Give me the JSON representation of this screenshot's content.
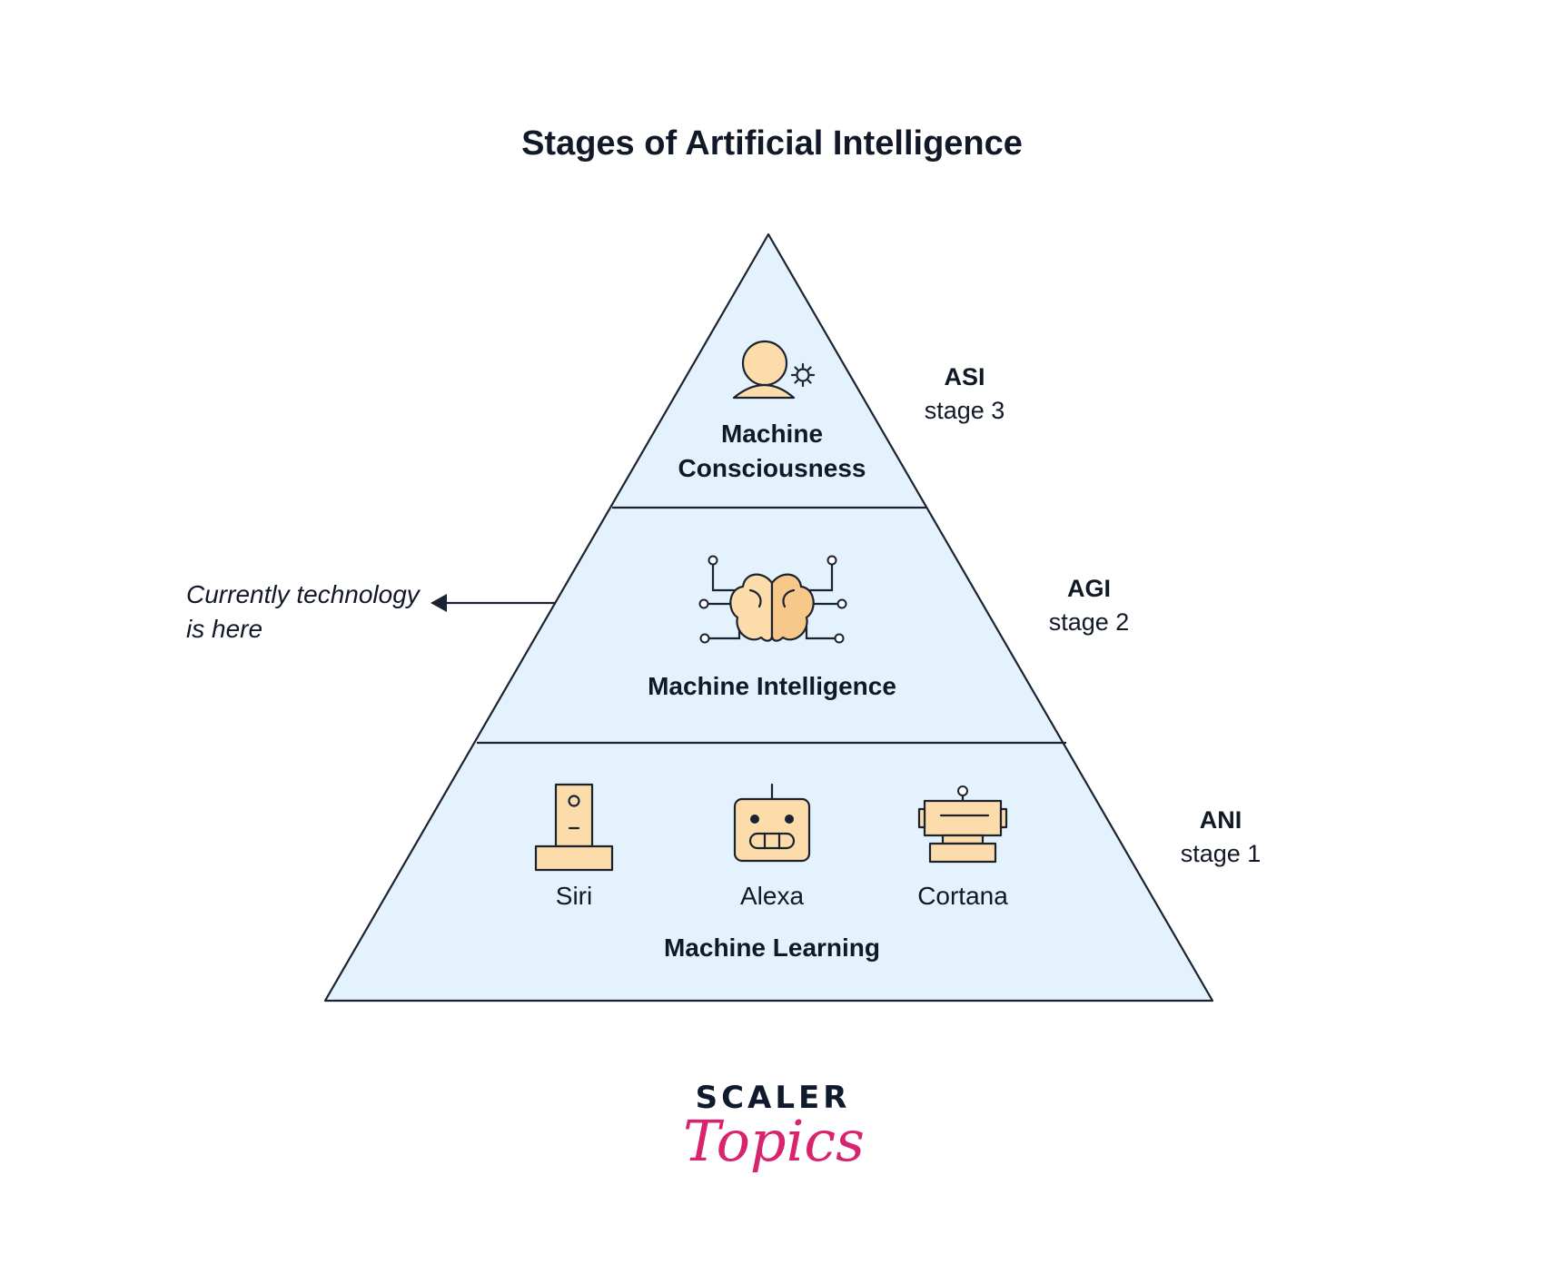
{
  "title": "Stages of Artificial Intelligence",
  "colors": {
    "pyramid_fill": "#e3f2fd",
    "stroke": "#1b2230",
    "icon_fill": "#fcdcaa",
    "icon_fill_dark": "#f8c88a",
    "logo_dark": "#0f1b2d",
    "logo_pink": "#d9236e"
  },
  "pyramid": {
    "top": {
      "icon": "person-gear-icon",
      "label_line1": "Machine",
      "label_line2": "Consciousness",
      "stage_code": "ASI",
      "stage_text": "stage 3"
    },
    "middle": {
      "icon": "brain-circuit-icon",
      "label": "Machine Intelligence",
      "stage_code": "AGI",
      "stage_text": "stage 2"
    },
    "bottom": {
      "label": "Machine Learning",
      "stage_code": "ANI",
      "stage_text": "stage 1",
      "items": [
        {
          "name": "Siri",
          "icon": "phone-stand-icon"
        },
        {
          "name": "Alexa",
          "icon": "robot-face-icon"
        },
        {
          "name": "Cortana",
          "icon": "robot-head-icon"
        }
      ]
    }
  },
  "annotation": {
    "line1": "Currently technology",
    "line2": "is here",
    "icon": "arrow-left-icon"
  },
  "logo": {
    "line1": "SCALER",
    "line2": "Topics"
  }
}
